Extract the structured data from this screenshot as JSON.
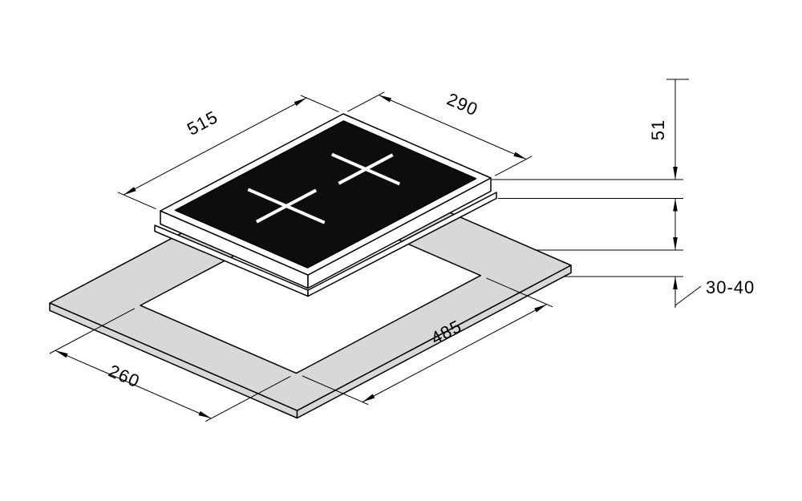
{
  "labels": {
    "hob_width": "515",
    "hob_depth": "290",
    "hob_height": "51",
    "counter_thickness": "30-40",
    "cutout_length": "485",
    "cutout_width": "260"
  },
  "colors": {
    "line": "#000000",
    "countertop": "#d8d8d8",
    "glass": "#0d0d0d",
    "background": "#ffffff"
  }
}
